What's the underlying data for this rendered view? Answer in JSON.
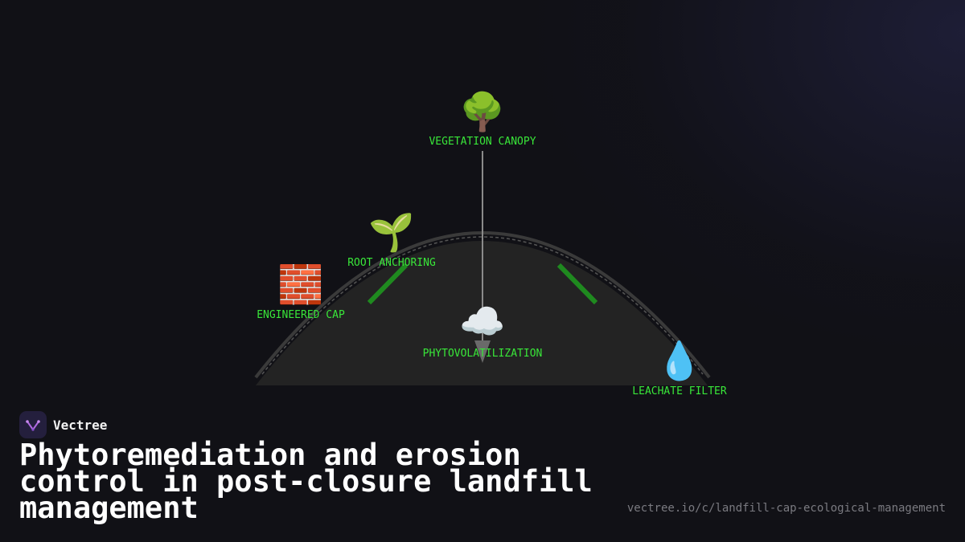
{
  "brand": {
    "name": "Vectree"
  },
  "title": "Phytoremediation and erosion control in post-closure landfill management",
  "url": "vectree.io/c/landfill-cap-ecological-management",
  "colors": {
    "label": "#39e639",
    "mound": "#232323",
    "accent_green": "#1f8a1f",
    "background": "#111116"
  },
  "nodes": [
    {
      "id": "canopy",
      "icon": "🌳",
      "icon_name": "tree-icon",
      "label": "VEGETATION CANOPY"
    },
    {
      "id": "roots",
      "icon": "🌱",
      "icon_name": "seedling-icon",
      "label": "ROOT ANCHORING"
    },
    {
      "id": "cap",
      "icon": "🧱",
      "icon_name": "brick-icon",
      "label": "ENGINEERED CAP"
    },
    {
      "id": "phyto",
      "icon": "☁️",
      "icon_name": "cloud-icon",
      "label": "PHYTOVOLATILIZATION"
    },
    {
      "id": "leachate",
      "icon": "💧",
      "icon_name": "droplet-icon",
      "label": "LEACHATE FILTER"
    }
  ]
}
